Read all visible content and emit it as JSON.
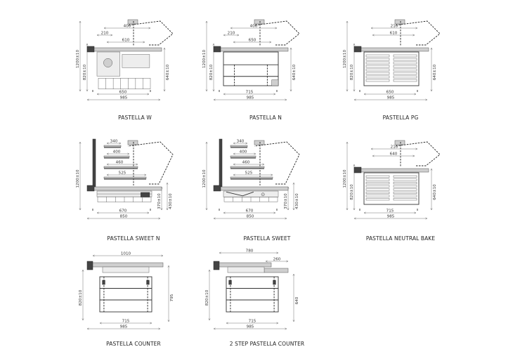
{
  "models": [
    {
      "id": "w",
      "name": "PASTELLA W",
      "height": "1200±10",
      "counter": "820±10",
      "side": "640±10",
      "top_dims": [
        "400",
        "210",
        "610"
      ],
      "bottom_dims": [
        "650",
        "985"
      ]
    },
    {
      "id": "n",
      "name": "PASTELLA N",
      "height": "1200±10",
      "counter": "820±10",
      "side": "640±10",
      "top_dims": [
        "400",
        "210",
        "650"
      ],
      "bottom_dims": [
        "715",
        "985"
      ]
    },
    {
      "id": "pg",
      "name": "PASTELLA PG",
      "height": "1200±10",
      "counter": "820±10",
      "side": "640±10",
      "top_dims": [
        "210",
        "610"
      ],
      "bottom_dims": [
        "650",
        "985"
      ]
    },
    {
      "id": "sweet-n",
      "name": "PASTELLA SWEET N",
      "height": "1200±10",
      "side_a": "370±10",
      "side_b": "430±10",
      "shelf_dims": [
        "340",
        "400",
        "460",
        "525"
      ],
      "bottom_dims": [
        "670",
        "850"
      ]
    },
    {
      "id": "sweet",
      "name": "PASTELLA SWEET",
      "height": "1200±10",
      "side_a": "370±10",
      "side_b": "430±10",
      "shelf_dims": [
        "340",
        "400",
        "460",
        "525"
      ],
      "bottom_dims": [
        "670",
        "850"
      ]
    },
    {
      "id": "neutral-bake",
      "name": "PASTELLA NEUTRAL BAKE",
      "height": "1200±10",
      "counter": "820±10",
      "side": "640±10",
      "top_dims": [
        "210",
        "640"
      ],
      "bottom_dims": [
        "715",
        "985"
      ]
    },
    {
      "id": "counter",
      "name": "PASTELLA COUNTER",
      "counter": "820±10",
      "side": "795",
      "top_dims": [
        "1010"
      ],
      "bottom_dims": [
        "715",
        "985"
      ]
    },
    {
      "id": "2step",
      "name": "2 STEP PASTELLA COUNTER",
      "counter": "820±10",
      "side": "640",
      "top_dims": [
        "780",
        "260"
      ],
      "bottom_dims": [
        "715",
        "985"
      ]
    }
  ]
}
